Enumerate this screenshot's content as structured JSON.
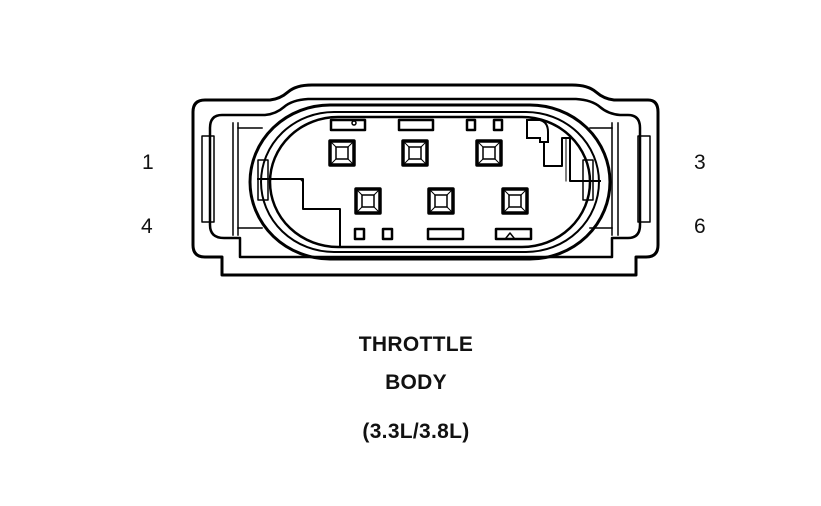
{
  "diagram": {
    "type": "connector-pinout",
    "caption": {
      "line1": "THROTTLE",
      "line2": "BODY",
      "line3": "(3.3L/3.8L)"
    },
    "pin_labels": {
      "top_left": "1",
      "bottom_left": "4",
      "top_right": "3",
      "bottom_right": "6"
    },
    "pins": [
      {
        "id": "1",
        "row": "top",
        "col": 1
      },
      {
        "id": "2",
        "row": "top",
        "col": 2
      },
      {
        "id": "3",
        "row": "top",
        "col": 3
      },
      {
        "id": "4",
        "row": "bottom",
        "col": 1
      },
      {
        "id": "5",
        "row": "bottom",
        "col": 2
      },
      {
        "id": "6",
        "row": "bottom",
        "col": 3
      }
    ],
    "colors": {
      "line": "#000000",
      "background": "#ffffff"
    }
  }
}
